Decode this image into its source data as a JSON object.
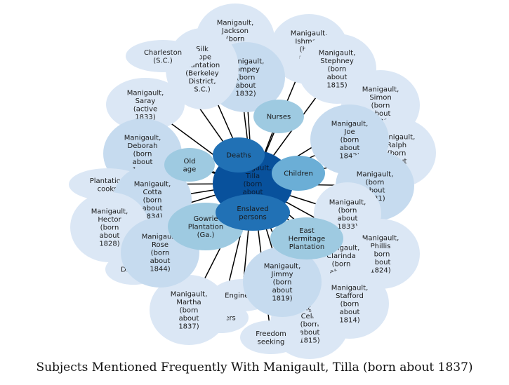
{
  "caption": "Subjects Mentioned Frequently With Manigault, Tilla (born about 1837)",
  "colors": {
    "edge": "#000000",
    "outer": "#dbe7f5",
    "outer_mid": "#c6dbef",
    "category": "#9ecae1",
    "category_dark": "#6baed6",
    "hub": "#2171b5",
    "center": "#08519c"
  },
  "center": {
    "id": "tilla",
    "label": "Manigault,\nTilla\n(born\nabout\n1837)"
  },
  "hubs": [
    {
      "id": "deaths",
      "label": "Deaths"
    },
    {
      "id": "children",
      "label": "Children"
    },
    {
      "id": "enslaved",
      "label": "Enslaved\npersons"
    }
  ],
  "nodes": [
    {
      "id": "jackson",
      "label": "Manigault,\nJackson\n(born\nabout\n1835)",
      "tone": "outer"
    },
    {
      "id": "ishmael",
      "label": "Manigault,\nIshmael\n(born\nabout\n1833)",
      "tone": "outer"
    },
    {
      "id": "charleston",
      "label": "Charleston\n(S.C.)",
      "tone": "outer"
    },
    {
      "id": "silkhope",
      "label": "Silk\nHope\nPlantation\n(Berkeley\nDistrict,\nS.C.)",
      "tone": "outer"
    },
    {
      "id": "pompey",
      "label": "Manigault,\nPompey\n(born\nabout\n1832)",
      "tone": "outer_mid"
    },
    {
      "id": "stephney",
      "label": "Manigault,\nStephney\n(born\nabout\n1815)",
      "tone": "outer"
    },
    {
      "id": "nurses",
      "label": "Nurses",
      "tone": "category"
    },
    {
      "id": "saray",
      "label": "Manigault,\nSaray\n(active\n1833)",
      "tone": "outer"
    },
    {
      "id": "simon",
      "label": "Manigault,\nSimon\n(born\nabout\n1839)",
      "tone": "outer"
    },
    {
      "id": "joe",
      "label": "Manigault,\nJoe\n(born\nabout\n1842)",
      "tone": "outer_mid"
    },
    {
      "id": "ralph",
      "label": "Manigault,\nRalph\n(born\nabout\n1833)",
      "tone": "outer"
    },
    {
      "id": "deborah",
      "label": "Manigault,\nDeborah\n(born\nabout\n1843)",
      "tone": "outer_mid"
    },
    {
      "id": "oldage",
      "label": "Old\nage",
      "tone": "category"
    },
    {
      "id": "cooks",
      "label": "Plantation\ncooks",
      "tone": "outer"
    },
    {
      "id": "cotta",
      "label": "Manigault,\nCotta\n(born\nabout\n1834)",
      "tone": "outer_mid"
    },
    {
      "id": "born1831",
      "label": "Manigault,\n(born\nabout\n1831)",
      "tone": "outer_mid"
    },
    {
      "id": "hector",
      "label": "Manigault,\nHector\n(born\nabout\n1828)",
      "tone": "outer"
    },
    {
      "id": "gowrie",
      "label": "Gowrie\nPlantation\n(Ga.)",
      "tone": "category"
    },
    {
      "id": "born1833b",
      "label": "Manigault,\n(born\nabout\n1833)",
      "tone": "outer"
    },
    {
      "id": "rose",
      "label": "Manigault,\nRose\n(born\nabout\n1844)",
      "tone": "outer_mid"
    },
    {
      "id": "easthermitage",
      "label": "East\nHermitage\nPlantation",
      "tone": "category"
    },
    {
      "id": "phillis",
      "label": "Manigault,\nPhillis\n(born\nabout\n1824)",
      "tone": "outer"
    },
    {
      "id": "clarinda",
      "label": "Manigault,\nClarinda\n(born\nabout)",
      "tone": "outer"
    },
    {
      "id": "jimmy",
      "label": "Manigault,\nJimmy\n(born\nabout\n1819)",
      "tone": "outer_mid"
    },
    {
      "id": "martha",
      "label": "Manigault,\nMartha\n(born\nabout\n1837)",
      "tone": "outer"
    },
    {
      "id": "engineers",
      "label": "Engineers",
      "tone": "outer"
    },
    {
      "id": "stafford",
      "label": "Manigault,\nStafford\n(born\nabout\n1814)",
      "tone": "outer"
    },
    {
      "id": "celia",
      "label": "Manigault,\nCelia\n(born\nabout\n1815)",
      "tone": "outer"
    },
    {
      "id": "freedom",
      "label": "Freedom\nseeking",
      "tone": "outer"
    },
    {
      "id": "drivers",
      "label": "Drivers",
      "tone": "outer"
    },
    {
      "id": "laborers",
      "label": "Laborers",
      "tone": "outer"
    }
  ]
}
